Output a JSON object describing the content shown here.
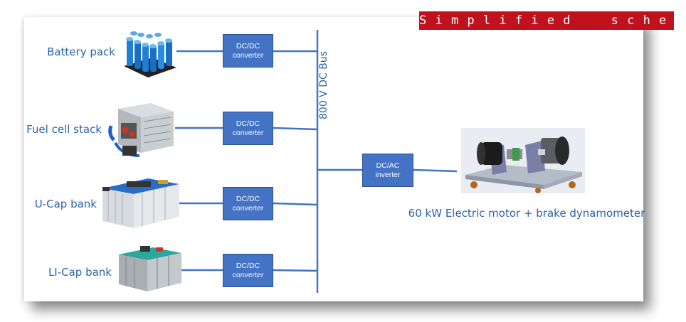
{
  "title": "S i m p l i f i e d     s c h e m e",
  "sources": [
    {
      "label": "Battery pack",
      "converter": [
        "DC/DC",
        "converter"
      ]
    },
    {
      "label": "Fuel cell stack",
      "converter": [
        "DC/DC",
        "converter"
      ]
    },
    {
      "label": "U-Cap bank",
      "converter": [
        "DC/DC",
        "converter"
      ]
    },
    {
      "label": "LI-Cap bank",
      "converter": [
        "DC/DC",
        "converter"
      ]
    }
  ],
  "bus": {
    "label": "800 V DC Bus"
  },
  "inverter": {
    "line1": "DC/AC",
    "line2": "inverter"
  },
  "load": {
    "label": "60 kW Electric motor + brake dynamometer"
  },
  "colors": {
    "banner": "#c0121d",
    "converter_fill": "#4472c4",
    "wire": "#4472c4",
    "label_text": "#2e63a9"
  },
  "icons": [
    "battery-pack-icon",
    "fuel-cell-stack-icon",
    "ucap-bank-icon",
    "licap-bank-icon",
    "motor-dynamometer-icon"
  ]
}
